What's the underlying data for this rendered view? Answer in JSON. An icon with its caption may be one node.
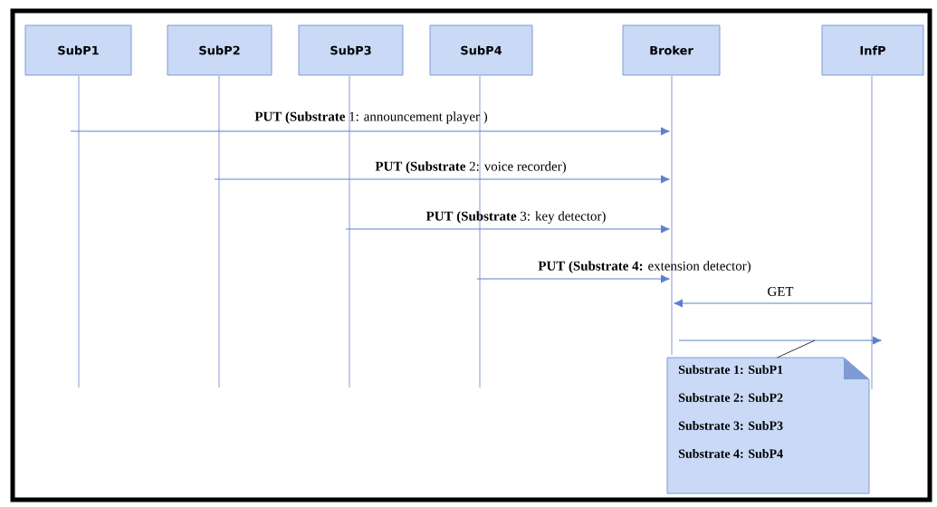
{
  "diagram": {
    "nodes": [
      {
        "text": [
          "SubP1"
        ]
      },
      {
        "text": [
          "SubP2"
        ]
      },
      {
        "text": [
          "SubP3"
        ]
      },
      {
        "text": [
          "SubP4"
        ]
      },
      {
        "text": [
          "Broker"
        ]
      },
      {
        "text": [
          "InfP"
        ]
      },
      {
        "text": [],
        "shape": "line"
      },
      {
        "text": [],
        "shape": "line"
      },
      {
        "text": [],
        "shape": "line"
      },
      {
        "text": [],
        "shape": "line"
      },
      {
        "text": [],
        "shape": "line"
      },
      {
        "text": [],
        "shape": "line"
      },
      {
        "text": [
          "Substrate 1: SubP1",
          "Substrate 2: SubP2",
          "Substrate 3: SubP3",
          "Substrate 4: SubP4"
        ]
      }
    ],
    "edges": [
      {
        "from": 6,
        "to": 10,
        "arrow": "to",
        "label": "**PUT (Substrate** 1: announcement player )"
      },
      {
        "from": 7,
        "to": 10,
        "arrow": "to",
        "label": "**PUT (Substrate** 2: voice recorder)"
      },
      {
        "from": 8,
        "to": 10,
        "arrow": "to",
        "label": "**PUT (Substrate** 3: key detector)"
      },
      {
        "from": 9,
        "to": 10,
        "arrow": "to",
        "label": "**PUT (Substrate 4:** extension detector)"
      },
      {
        "from": 11,
        "to": 10,
        "arrow": "to",
        "label": "GET"
      },
      {
        "from": 10,
        "to": 11,
        "arrow": "to"
      },
      {
        "from": 12,
        "to": null,
        "arrow": "none",
        "color": "#333333"
      }
    ]
  }
}
